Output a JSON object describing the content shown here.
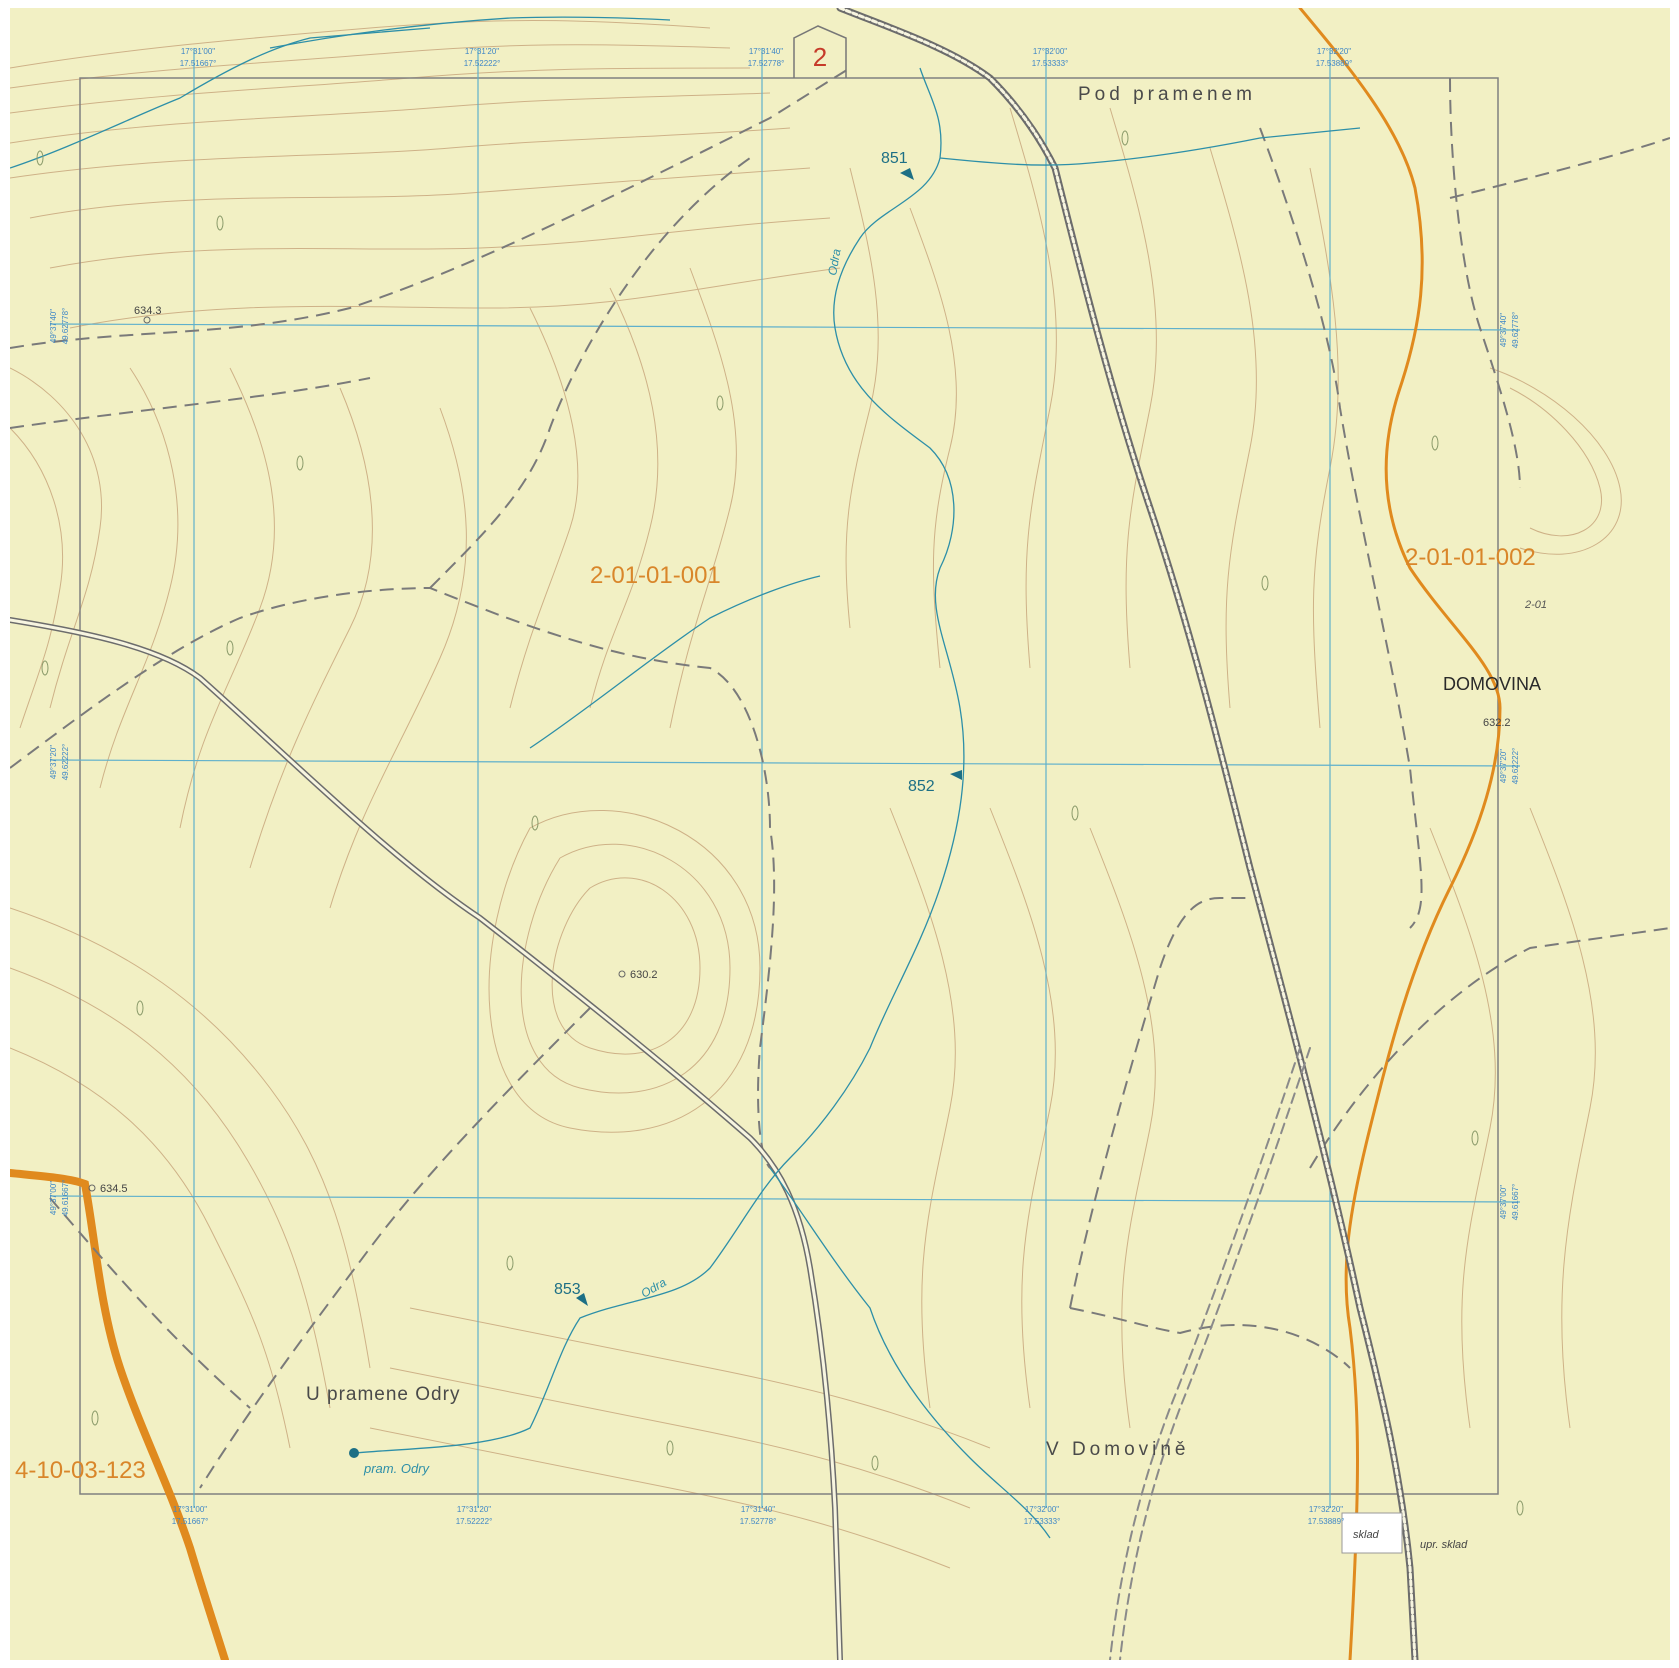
{
  "map": {
    "sheet_number": "2",
    "region_labels": [
      {
        "id": "r1",
        "text": "2-01-01-001"
      },
      {
        "id": "r2",
        "text": "2-01-01-002"
      },
      {
        "id": "r3",
        "text": "4-10-03-123"
      },
      {
        "id": "r4",
        "text": "2-01"
      }
    ],
    "place_names": [
      {
        "id": "p1",
        "text": "Pod pramenem"
      },
      {
        "id": "p2",
        "text": "U pramene Odry"
      },
      {
        "id": "p3",
        "text": "V Domovině"
      },
      {
        "id": "p4",
        "text": "DOMOVINA"
      }
    ],
    "river_labels": [
      {
        "id": "v1",
        "text": "Odra"
      },
      {
        "id": "v2",
        "text": "Odra"
      },
      {
        "id": "v3",
        "text": "pram. Odry"
      }
    ],
    "point_labels": [
      {
        "id": "n1",
        "text": "851"
      },
      {
        "id": "n2",
        "text": "852"
      },
      {
        "id": "n3",
        "text": "853"
      }
    ],
    "spot_heights": [
      {
        "id": "h1",
        "text": "634.3"
      },
      {
        "id": "h2",
        "text": "630.2"
      },
      {
        "id": "h3",
        "text": "634.5"
      },
      {
        "id": "h4",
        "text": "632.2"
      }
    ],
    "facility_labels": [
      {
        "id": "f1",
        "text": "sklad"
      },
      {
        "id": "f2",
        "text": "upr. sklad"
      }
    ],
    "coord_top": [
      {
        "lon": "17°31'00\"",
        "dec": "17.51667°"
      },
      {
        "lon": "17°31'20\"",
        "dec": "17.52222°"
      },
      {
        "lon": "17°31'40\"",
        "dec": "17.52778°"
      },
      {
        "lon": "17°32'00\"",
        "dec": "17.53333°"
      },
      {
        "lon": "17°32'20\"",
        "dec": "17.53889°"
      }
    ],
    "coord_bottom": [
      {
        "lon": "17°31'00\"",
        "dec": "17.51667°"
      },
      {
        "lon": "17°31'20\"",
        "dec": "17.52222°"
      },
      {
        "lon": "17°31'40\"",
        "dec": "17.52778°"
      },
      {
        "lon": "17°32'00\"",
        "dec": "17.53333°"
      },
      {
        "lon": "17°32'20\"",
        "dec": "17.53889°"
      }
    ],
    "coord_left": [
      {
        "lat": "49°37'40\"",
        "dec": "49.62778°"
      },
      {
        "lat": "49°37'20\"",
        "dec": "49.62222°"
      },
      {
        "lat": "49°37'00\"",
        "dec": "49.61667°"
      }
    ],
    "coord_right": [
      {
        "lat": "49°37'40\"",
        "dec": "49.62778°"
      },
      {
        "lat": "49°37'20\"",
        "dec": "49.62222°"
      },
      {
        "lat": "49°37'00\"",
        "dec": "49.61667°"
      }
    ],
    "colors": {
      "background": "#f2f0c4",
      "contour": "#c8a77d",
      "water": "#2d8fa8",
      "grid": "#5fb0cc",
      "road": "#6c6c6c",
      "boundary": "#e08a1e",
      "label_orange": "#d9862a",
      "label_red": "#c63b2a"
    }
  }
}
